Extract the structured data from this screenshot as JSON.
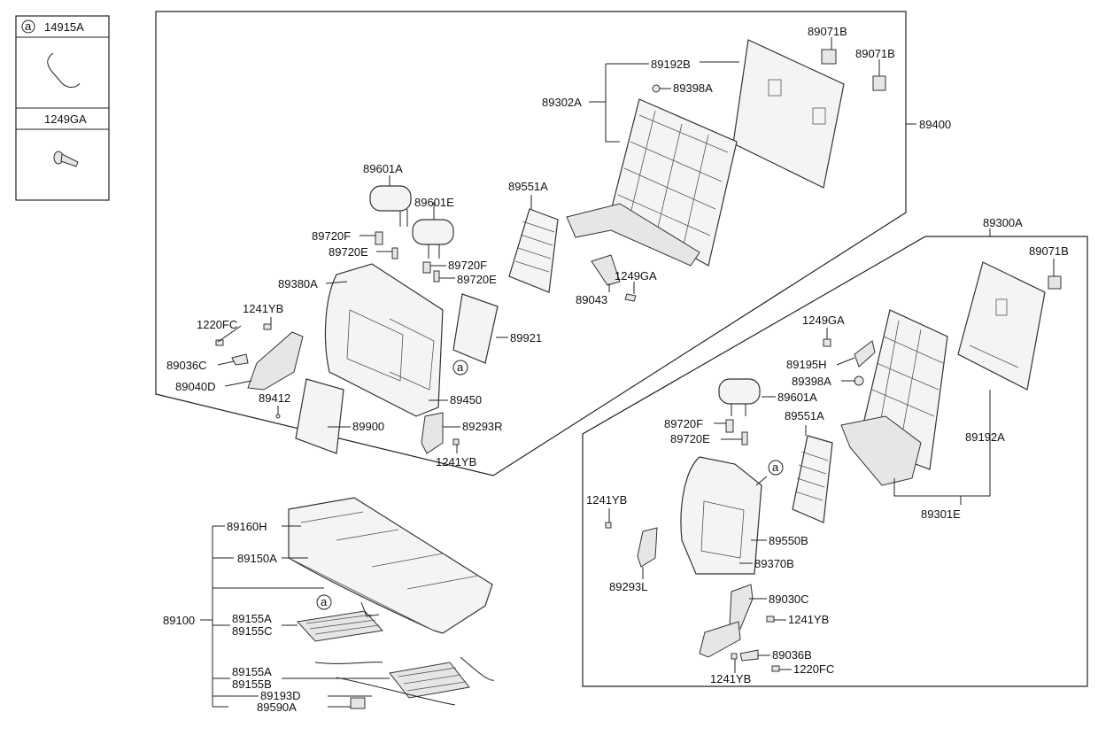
{
  "legend": {
    "circle_letter": "a",
    "rows": [
      {
        "code": "14915A",
        "icon": "hook-clip-icon"
      },
      {
        "code": "1249GA",
        "icon": "screw-icon"
      }
    ]
  },
  "callouts": {
    "c89071B_1": "89071B",
    "c89192B": "89192B",
    "c89071B_2": "89071B",
    "c89398A_1": "89398A",
    "c89302A": "89302A",
    "c89400": "89400",
    "c89601A_1": "89601A",
    "c89551A_1": "89551A",
    "c89601E": "89601E",
    "c89720F_1": "89720F",
    "c89720E_1": "89720E",
    "c89720F_2": "89720F",
    "c89720E_2": "89720E",
    "c1249GA_1": "1249GA",
    "c89380A": "89380A",
    "c89043": "89043",
    "c1241YB_1": "1241YB",
    "c1220FC_1": "1220FC",
    "c89921": "89921",
    "c89036C": "89036C",
    "c89040D": "89040D",
    "c89450": "89450",
    "c89412": "89412",
    "c89900": "89900",
    "c89293R": "89293R",
    "c1241YB_2": "1241YB",
    "c89300A": "89300A",
    "c89071B_3": "89071B",
    "c1249GA_2": "1249GA",
    "c89195H": "89195H",
    "c89398A_2": "89398A",
    "c89601A_2": "89601A",
    "c89551A_2": "89551A",
    "c89720F_3": "89720F",
    "c89720E_3": "89720E",
    "c89192A": "89192A",
    "c1241YB_3": "1241YB",
    "c89301E": "89301E",
    "c89550B": "89550B",
    "c89370B": "89370B",
    "c89293L": "89293L",
    "c89030C": "89030C",
    "c1241YB_4": "1241YB",
    "c89036B": "89036B",
    "c1220FC_2": "1220FC",
    "c1241YB_5": "1241YB",
    "c89160H": "89160H",
    "c89150A": "89150A",
    "c89100": "89100",
    "c89155A_1": "89155A",
    "c89155C": "89155C",
    "c89155A_2": "89155A",
    "c89155B": "89155B",
    "c89193D": "89193D",
    "c89590A": "89590A"
  },
  "ref_markers": {
    "m1": "a",
    "m2": "a",
    "m3": "a"
  }
}
